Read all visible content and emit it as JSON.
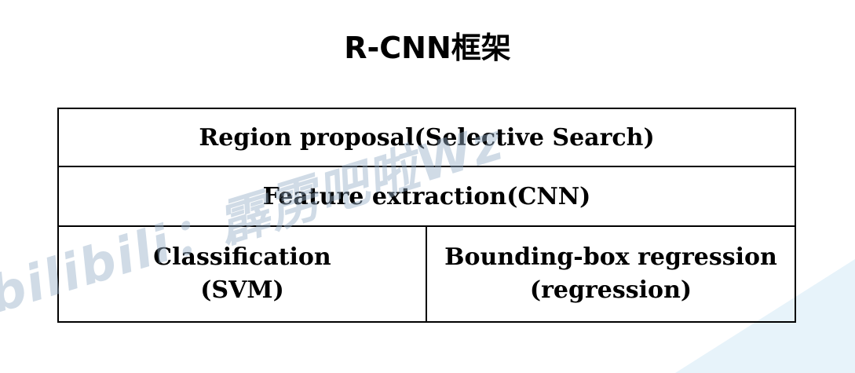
{
  "title": "R-CNN框架",
  "diagram": {
    "row1": "Region proposal(Selective Search)",
    "row2": "Feature extraction(CNN)",
    "left": {
      "line1": "Classification",
      "line2": "(SVM)"
    },
    "right": {
      "line1": "Bounding-box regression",
      "line2": "(regression)"
    }
  },
  "watermark": "bilibili：霹雳吧啦Wz"
}
